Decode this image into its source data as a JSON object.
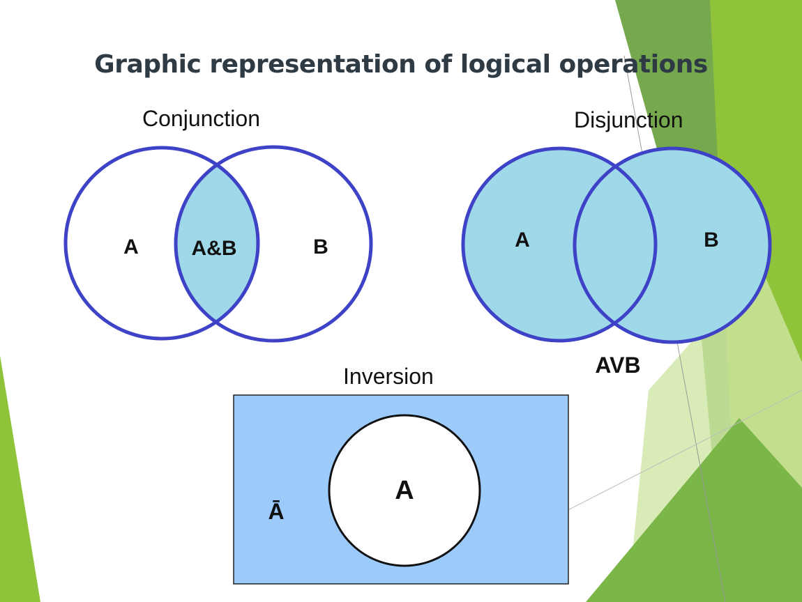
{
  "slide": {
    "title": "Graphic representation of logical operations"
  },
  "conjunction": {
    "caption": "Conjunction",
    "label_a": "A",
    "label_and": "A&B",
    "label_b": "B"
  },
  "disjunction": {
    "caption": "Disjunction",
    "label_a": "A",
    "label_b": "B",
    "label_or": "AVB"
  },
  "inversion": {
    "caption": "Inversion",
    "label_a": "A",
    "label_not_a": "Ā"
  },
  "colors": {
    "circle_stroke": "#3e42c6",
    "fill_light_blue": "#9fd8e8",
    "inversion_fill": "#9ccbfb",
    "decor_green_dark": "#5e9a2e",
    "decor_green": "#8fc43a",
    "decor_green_light": "#cfe6a4"
  }
}
